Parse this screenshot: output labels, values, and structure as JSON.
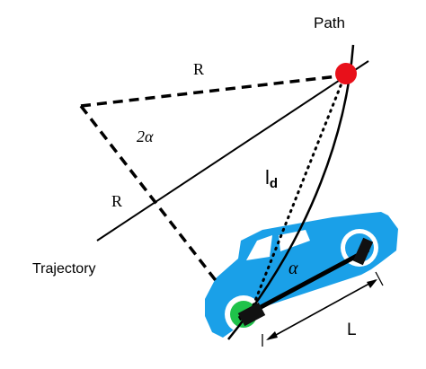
{
  "labels": {
    "path": "Path",
    "trajectory": "Trajectory",
    "radius_top": "R",
    "radius_left": "R",
    "double_angle": "2α",
    "lookahead_base": "l",
    "lookahead_sub": "d",
    "angle": "α",
    "wheelbase": "L"
  },
  "colors": {
    "car_body": "#1aa0e8",
    "goal_point": "#e8101a",
    "rear_axle_marker": "#1fc24a",
    "line": "#000000"
  }
}
